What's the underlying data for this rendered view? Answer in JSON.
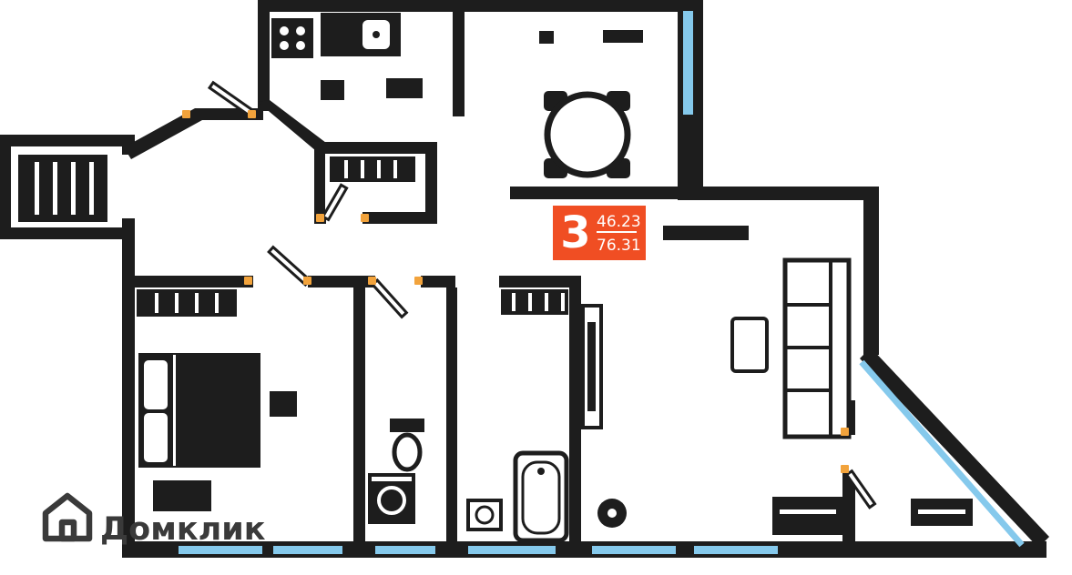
{
  "badge": {
    "rooms": "3",
    "living_area": "46.23",
    "total_area": "76.31"
  },
  "watermark": {
    "logo_text": "Домклик"
  },
  "colors": {
    "wall": "#1d1d1d",
    "window_blue": "#85c9ec",
    "door_marker": "#f2a33c",
    "badge_orange": "#f04e23",
    "logo_gray": "#3a3a3a",
    "background": "#ffffff"
  }
}
